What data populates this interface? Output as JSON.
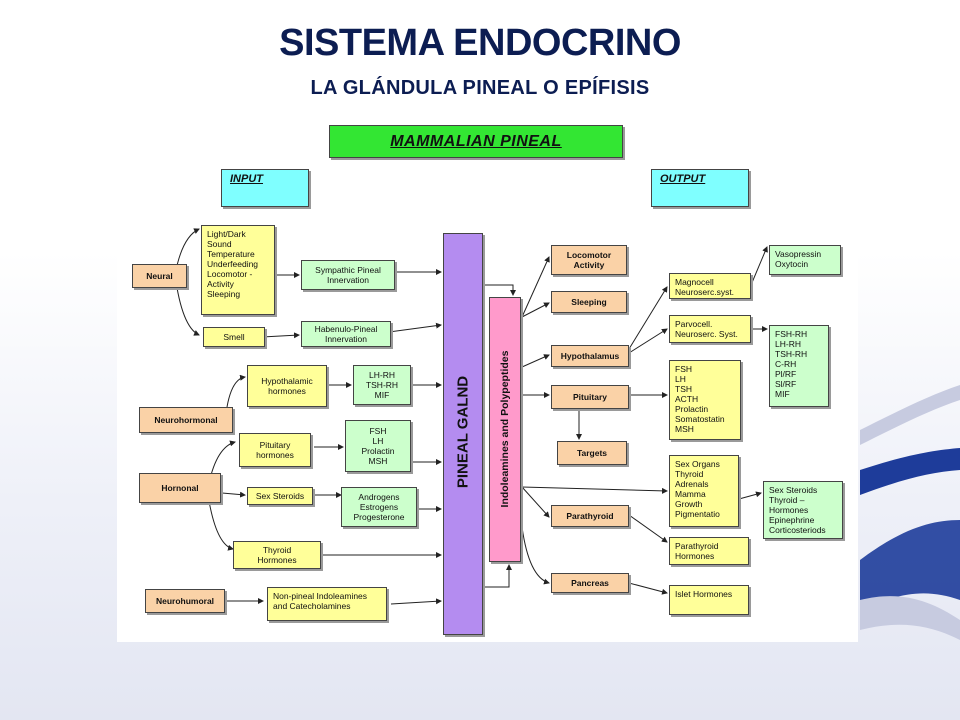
{
  "slide": {
    "title": "SISTEMA ENDOCRINO",
    "subtitle": "LA GLÁNDULA PINEAL O EPÍFISIS"
  },
  "diagram": {
    "header": "MAMMALIAN PINEAL",
    "input_label": "INPUT",
    "output_label": "OUTPUT",
    "pineal_label": "PINEAL GALND",
    "indole_label": "Indoleamines and Polypeptides",
    "inputs": {
      "neural": "Neural",
      "light_dark": "Light/Dark\nSound\nTemperature\nUnderfeeding\nLocomotor -\nActivity\nSleeping",
      "sympathetic": "Sympathic Pineal\nInnervation",
      "smell": "Smell",
      "habenulo": "Habenulo-Pineal\nInnervation",
      "neurohormonal": "Neurohormonal",
      "hypothalamic": "Hypothalamic\nhormones",
      "lh_rh": "LH-RH\nTSH-RH\nMIF",
      "hormonal": "Hornonal",
      "pituitary_hormones": "Pituitary\nhormones",
      "fsh_list": "FSH\nLH\nProlactin\nMSH",
      "sex_steroids": "Sex Steroids",
      "androgens": "Androgens\nEstrogens\nProgesterone",
      "thyroid_hormones": "Thyroid\nHormones",
      "neurohumoral": "Neurohumoral",
      "non_pineal": "Non-pineal Indoleamines\nand Catecholamines"
    },
    "outputs": {
      "locomotor": "Locomotor\nActivity",
      "sleeping": "Sleeping",
      "hypothalamus": "Hypothalamus",
      "magnocell": "Magnocell\nNeuroserc.syst.",
      "vasopressin": "Vasopressin\nOxytocin",
      "parvocell": "Parvocell.\nNeuroserc. Syst.",
      "fsh_rh": "FSH-RH\nLH-RH\nTSH-RH\nC-RH\nPl/RF\nSl/RF\nMIF",
      "pituitary": "Pituitary",
      "pituitary_list": "FSH\nLH\nTSH\nACTH\nProlactin\nSomatostatin\nMSH",
      "targets": "Targets",
      "sex_organs": "Sex Organs\nThyroid\nAdrenals\nMamma\nGrowth\nPigmentatio",
      "sex_steroids_out": "Sex Steroids\nThyroid –\n   Hormones\nEpinephrine\nCorticosteriods",
      "parathyroid": "Parathyroid",
      "parathyroid_hormones": "Parathyroid\nHormones",
      "pancreas": "Pancreas",
      "islet": "Islet Hormones"
    }
  },
  "colors": {
    "title": "#0c1d52",
    "pineal": "#b48cf0",
    "indole": "#ff9acb",
    "header": "#33e633"
  }
}
